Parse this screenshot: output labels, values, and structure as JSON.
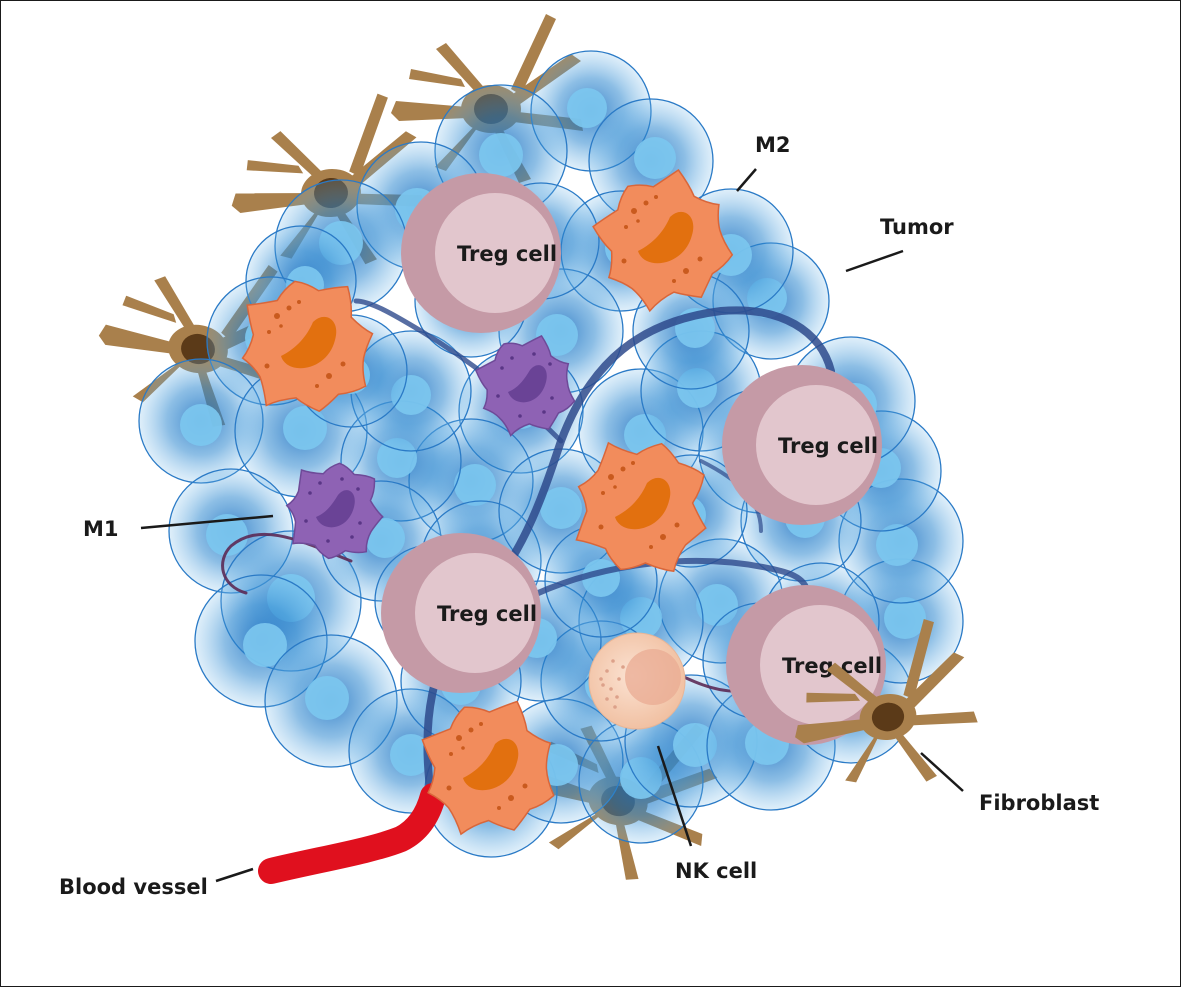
{
  "labels": {
    "m2": "M2",
    "tumor": "Tumor",
    "m1": "M1",
    "fibroblast": "Fibroblast",
    "nk_cell": "NK cell",
    "blood_vessel": "Blood vessel",
    "treg": [
      "Treg cell",
      "Treg cell",
      "Treg cell",
      "Treg cell"
    ]
  },
  "colors": {
    "tumor_cell": "#2f89d0",
    "tumor_nucleus": "#7cc7ef",
    "treg_outer": "#c59aa6",
    "treg_inner": "#e2c6cd",
    "m2_macrophage": "#f28c5c",
    "m2_nucleus": "#e2700f",
    "m1_macrophage": "#8e62b4",
    "m1_nucleus": "#6a4396",
    "fibroblast": "#a9804c",
    "fibroblast_nucleus": "#5b3a18",
    "nk_cell": "#f4c9ae",
    "vessel_red": "#e0101e",
    "vessel_dark": "#2e4a8c"
  }
}
